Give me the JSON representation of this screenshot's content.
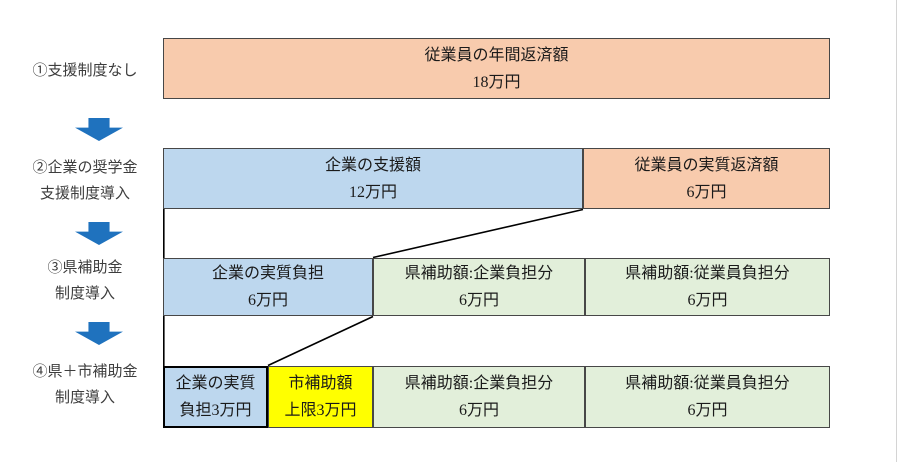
{
  "colors": {
    "orange": "#F8CBAD",
    "blue": "#BDD7EE",
    "green": "#E2EFDA",
    "yellow": "#FFFF00",
    "arrow": "#1F72BE",
    "border": "#474747"
  },
  "rows": [
    {
      "label": [
        "①支援制度なし"
      ],
      "segments": [
        {
          "title": "従業員の年間返済額",
          "value": "18万円",
          "fill": "orange"
        }
      ]
    },
    {
      "label": [
        "②企業の奨学金",
        "支援制度導入"
      ],
      "segments": [
        {
          "title": "企業の支援額",
          "value": "12万円",
          "fill": "blue"
        },
        {
          "title": "従業員の実質返済額",
          "value": "6万円",
          "fill": "orange"
        }
      ]
    },
    {
      "label": [
        "③県補助金",
        "制度導入"
      ],
      "segments": [
        {
          "title": "企業の実質負担",
          "value": "6万円",
          "fill": "blue"
        },
        {
          "title": "県補助額:企業負担分",
          "value": "6万円",
          "fill": "green"
        },
        {
          "title": "県補助額:従業員負担分",
          "value": "6万円",
          "fill": "green"
        }
      ]
    },
    {
      "label": [
        "④県＋市補助金",
        "制度導入"
      ],
      "segments": [
        {
          "title": "企業の実質",
          "value": "負担3万円",
          "fill": "blue"
        },
        {
          "title": "市補助額",
          "value": "上限3万円",
          "fill": "yellow"
        },
        {
          "title": "県補助額:企業負担分",
          "value": "6万円",
          "fill": "green"
        },
        {
          "title": "県補助額:従業員負担分",
          "value": "6万円",
          "fill": "green"
        }
      ]
    }
  ]
}
